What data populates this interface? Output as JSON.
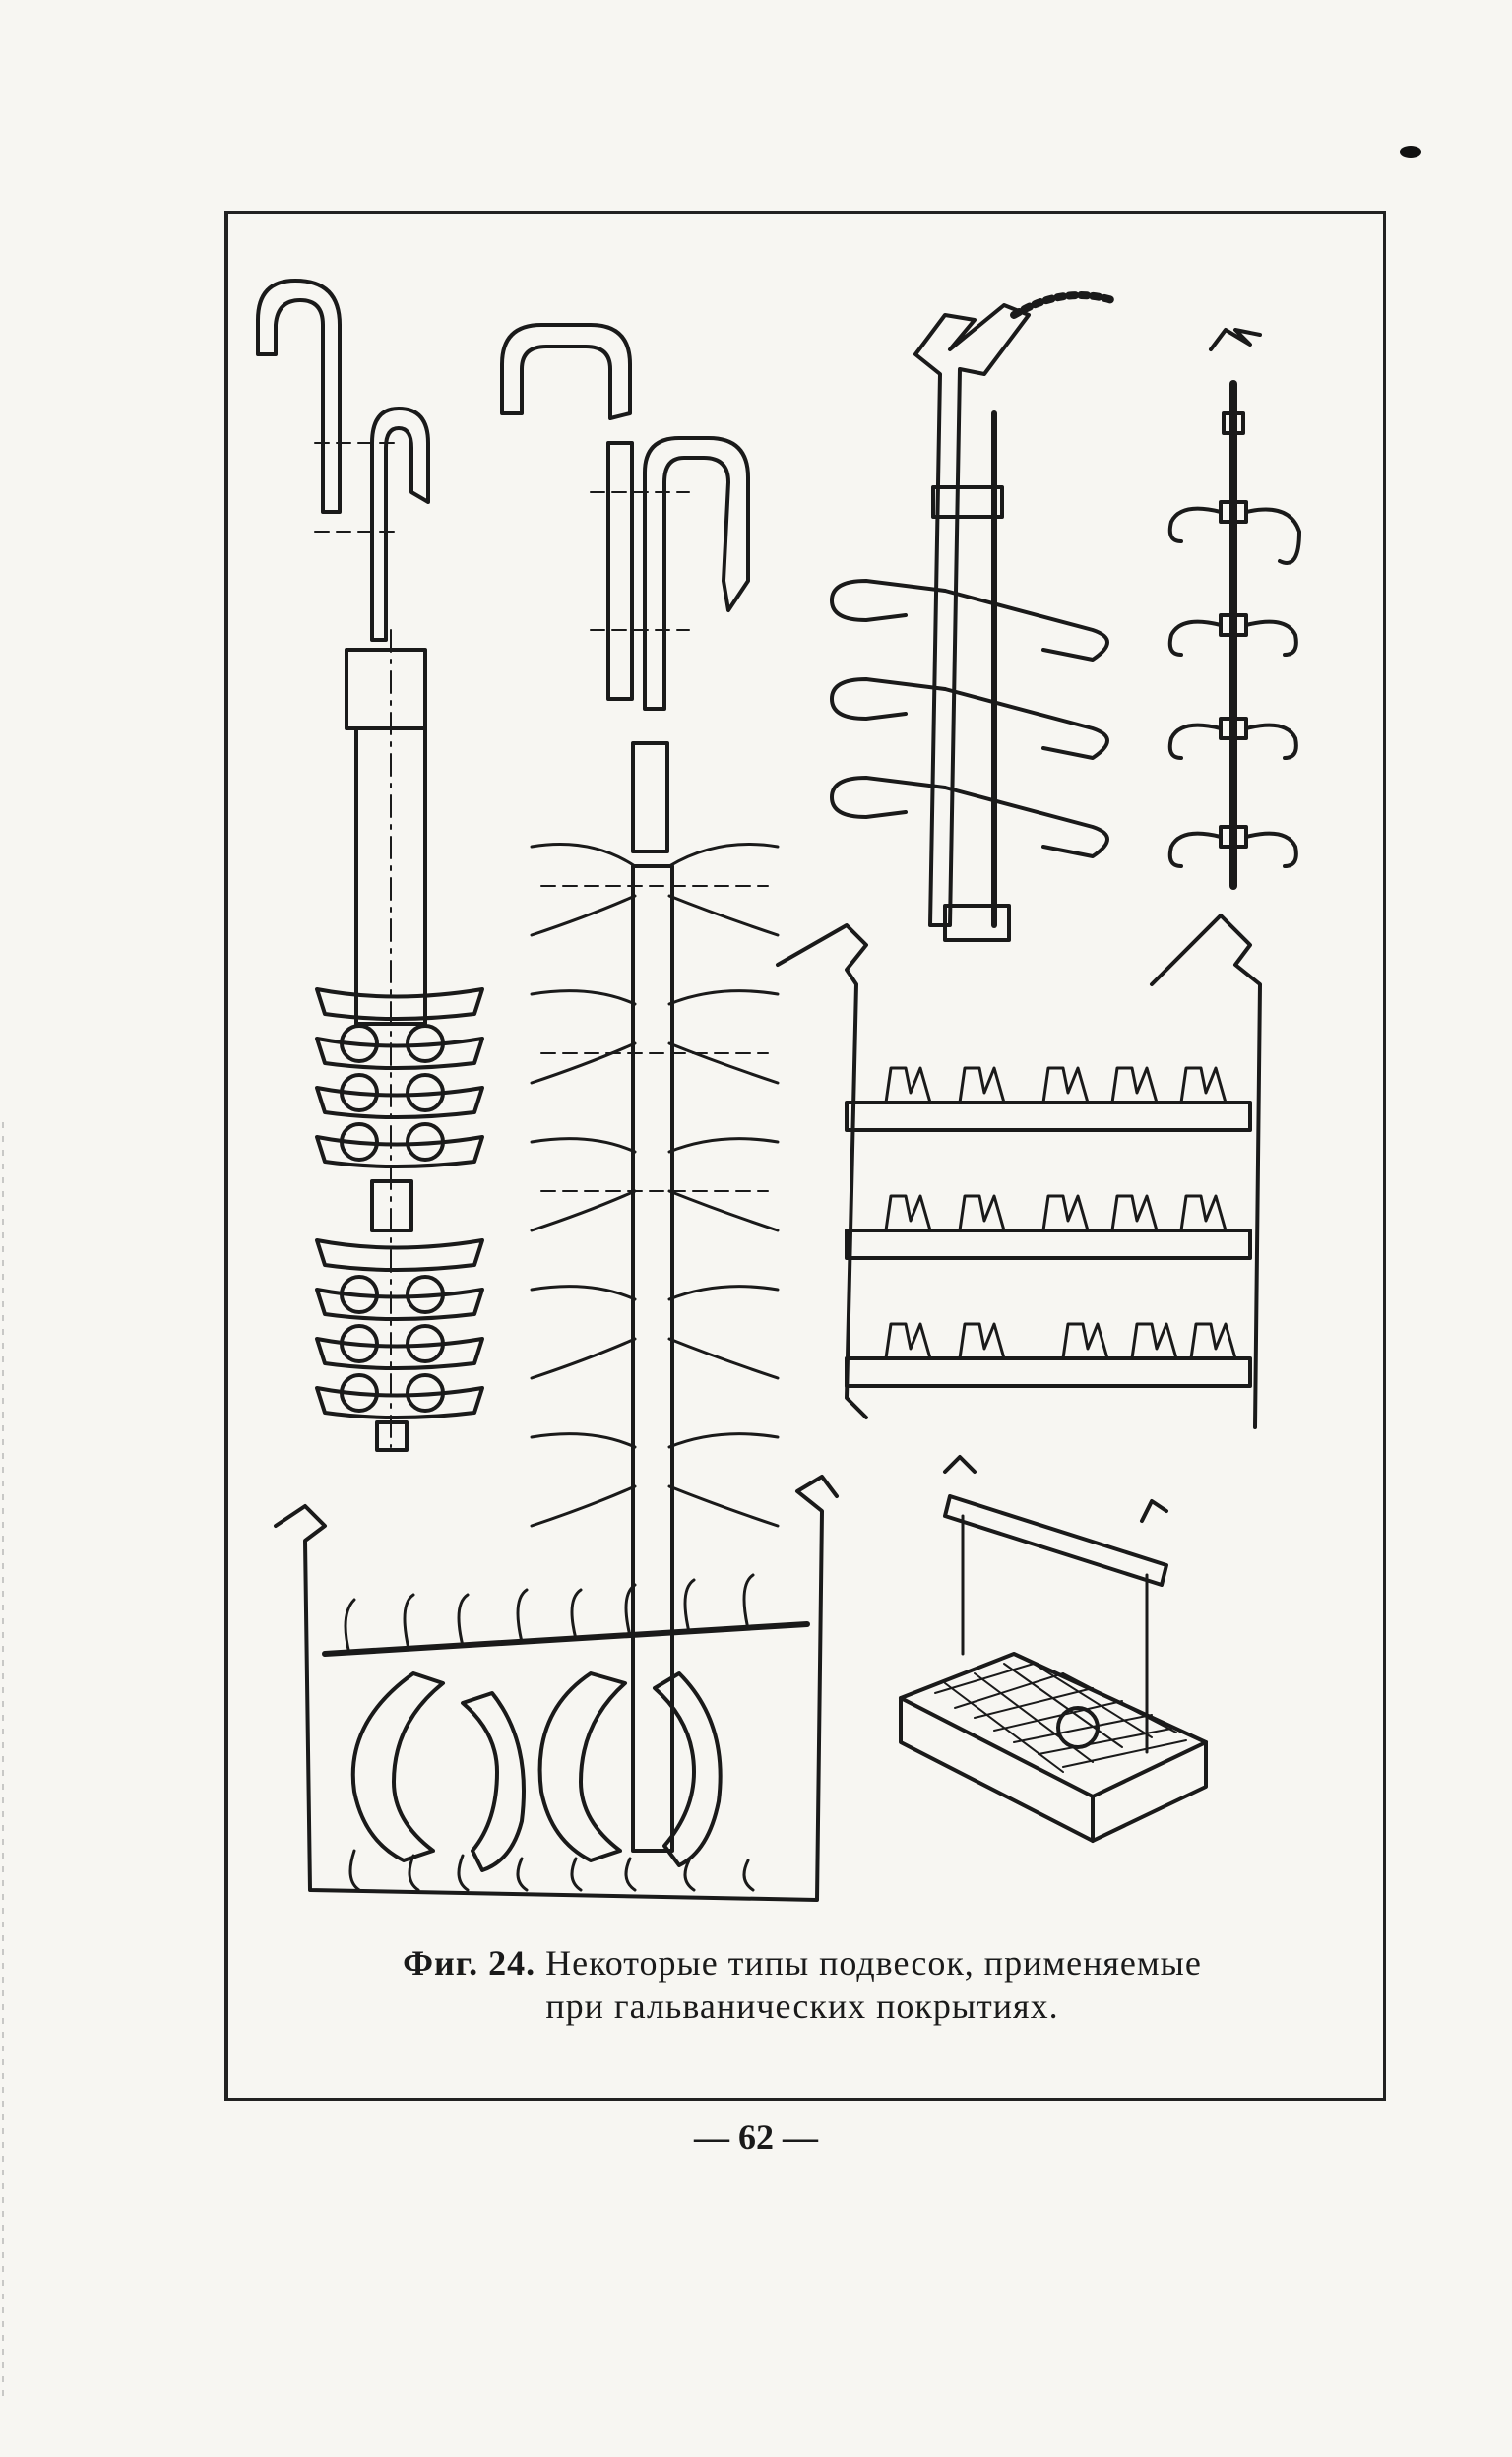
{
  "caption": {
    "fig_label": "Фиг. 24.",
    "line1_text": "Некоторые типы подвесок, применяемые",
    "line2_text": "при гальванических покрытиях."
  },
  "page_number": "— 62 —",
  "colors": {
    "ink": "#1a1a1a",
    "paper": "#f7f6f2"
  }
}
